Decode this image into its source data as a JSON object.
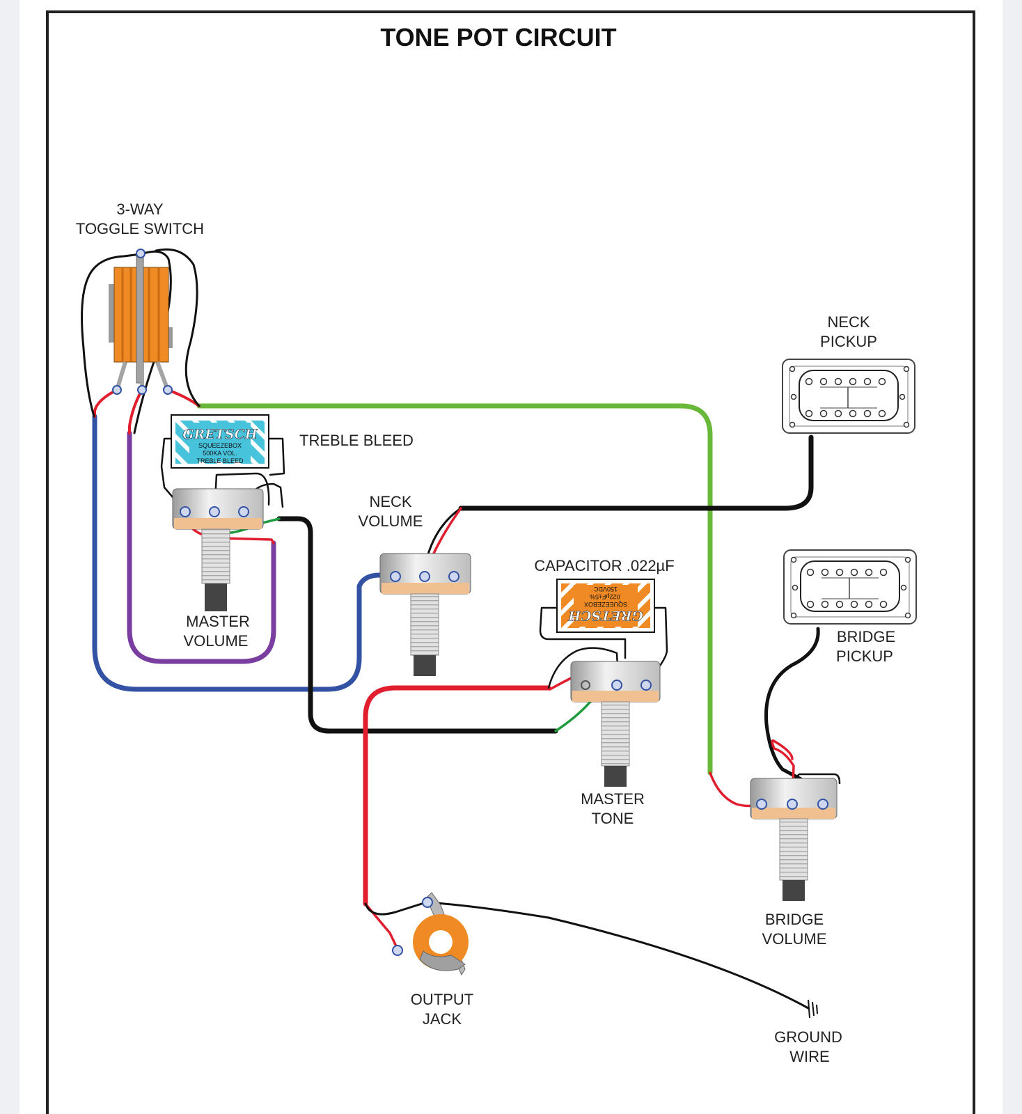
{
  "title": "TONE POT CIRCUIT",
  "labels": {
    "toggle_line1": "3-WAY",
    "toggle_line2": "TOGGLE SWITCH",
    "treble_bleed": "TREBLE BLEED",
    "neck_pickup_line1": "NECK",
    "neck_pickup_line2": "PICKUP",
    "neck_volume_line1": "NECK",
    "neck_volume_line2": "VOLUME",
    "capacitor": "CAPACITOR .022µF",
    "bridge_pickup_line1": "BRIDGE",
    "bridge_pickup_line2": "PICKUP",
    "master_volume_line1": "MASTER",
    "master_volume_line2": "VOLUME",
    "master_tone_line1": "MASTER",
    "master_tone_line2": "TONE",
    "bridge_volume_line1": "BRIDGE",
    "bridge_volume_line2": "VOLUME",
    "output_jack_line1": "OUTPUT",
    "output_jack_line2": "JACK",
    "ground_line1": "GROUND",
    "ground_line2": "WIRE"
  },
  "treble_bleed_part": {
    "brand": "GRETSCH",
    "line1": "SQUEEZEBOX",
    "line2": "500KA VOL.",
    "line3": "TREBLE BLEED"
  },
  "capacitor_part": {
    "brand": "GRETSCH",
    "line1": "SQUEEZEBOX",
    "line2": ".022µF±5%",
    "line3": "150VDC"
  },
  "colors": {
    "black": "#111111",
    "red": "#e01e2e",
    "green": "#68b83a",
    "blue": "#3452a4",
    "purple": "#7a3ea0",
    "darkgreen": "#1f9a3c",
    "orange": "#f08a24",
    "cyan": "#48c3dc"
  }
}
